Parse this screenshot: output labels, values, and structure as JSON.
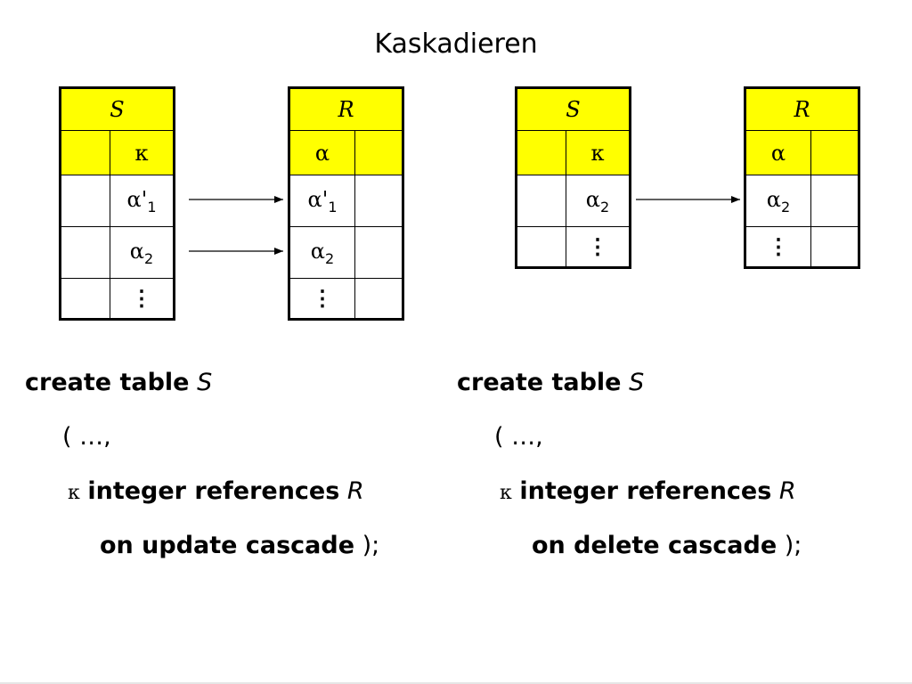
{
  "title": "Kaskadieren",
  "left": {
    "S": {
      "name": "S",
      "attr": "κ",
      "rows": [
        {
          "alpha": "α'",
          "sub": "1"
        },
        {
          "alpha": "α",
          "sub": "2"
        },
        {
          "dots": "⋮"
        }
      ]
    },
    "R": {
      "name": "R",
      "attr": "α",
      "rows": [
        {
          "alpha": "α'",
          "sub": "1"
        },
        {
          "alpha": "α",
          "sub": "2"
        },
        {
          "dots": "⋮"
        }
      ]
    },
    "code": {
      "kw1": "create table",
      "tname": "S",
      "paren_open": "( …,",
      "kappa": "κ",
      "kw2": "integer references",
      "ref": "R",
      "kw3": "on update cascade",
      "close": ");"
    }
  },
  "right": {
    "S": {
      "name": "S",
      "attr": "κ",
      "rows": [
        {
          "alpha": "α",
          "sub": "2"
        },
        {
          "dots": "⋮"
        }
      ]
    },
    "R": {
      "name": "R",
      "attr": "α",
      "rows": [
        {
          "alpha": "α",
          "sub": "2"
        },
        {
          "dots": "⋮"
        }
      ]
    },
    "code": {
      "kw1": "create table",
      "tname": "S",
      "paren_open": "( …,",
      "kappa": "κ",
      "kw2": "integer references",
      "ref": "R",
      "kw3": "on delete cascade",
      "close": ");"
    }
  }
}
